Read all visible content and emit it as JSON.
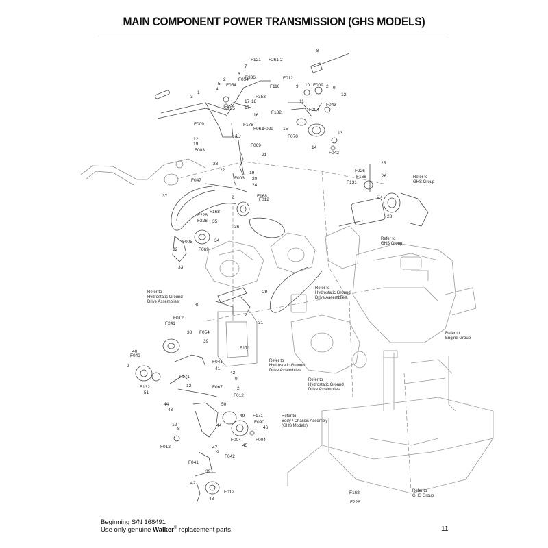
{
  "title": "MAIN COMPONENT POWER TRANSMISSION (GHS MODELS)",
  "footer": {
    "serial": "Beginning S/N 168491",
    "tagline_prefix": "Use only genuine ",
    "brand": "Walker",
    "registered_mark": "®",
    "tagline_suffix": " replacement parts.",
    "page_number": "11"
  },
  "refer_labels": [
    {
      "lines": [
        "Refer to",
        "GHS Group"
      ],
      "anchor": "upper-right"
    },
    {
      "lines": [
        "Refer to",
        "GHS Group"
      ],
      "anchor": "right-middle"
    },
    {
      "lines": [
        "Refer to",
        "Hydrostatic Ground",
        "Drive Assemblies"
      ],
      "anchor": "left"
    },
    {
      "lines": [
        "Refer to",
        "Hydrostatic Ground",
        "Drive Assemblies"
      ],
      "anchor": "center"
    },
    {
      "lines": [
        "Refer to",
        "Engine Group"
      ],
      "anchor": "right"
    },
    {
      "lines": [
        "Refer to",
        "Hydrostatic Ground",
        "Drive Assemblies"
      ],
      "anchor": "center-low"
    },
    {
      "lines": [
        "Refer to",
        "Hydrostatic Ground",
        "Drive Assemblies"
      ],
      "anchor": "center-lower"
    },
    {
      "lines": [
        "Refer to",
        "Body / Chassis Assembly",
        "(GHS Models)"
      ],
      "anchor": "chassis"
    },
    {
      "lines": [
        "Refer to",
        "GHS Group"
      ],
      "anchor": "bottom-right"
    }
  ],
  "callouts": [
    "F121",
    "F261",
    "2",
    "7",
    "8",
    "F336",
    "6",
    "F054",
    "5",
    "2",
    "F054",
    "F116",
    "F012",
    "9",
    "10",
    "F009",
    "2",
    "9",
    "12",
    "4",
    "F353",
    "17",
    "18",
    "1",
    "3",
    "F255",
    "17",
    "16",
    "F182",
    "11",
    "F004",
    "F043",
    "F009",
    "F178",
    "F061",
    "F029",
    "15",
    "F070",
    "14",
    "13",
    "F042",
    "12",
    "19",
    "20",
    "F069",
    "F003",
    "21",
    "23",
    "22",
    "19",
    "F003",
    "20",
    "24",
    "F047",
    "F226",
    "F168",
    "25",
    "26",
    "F131",
    "2",
    "F168",
    "F012",
    "27",
    "37",
    "F168",
    "F226",
    "28",
    "F226",
    "35",
    "36",
    "F005",
    "34",
    "F069",
    "32",
    "33",
    "29",
    "30",
    "31",
    "F012",
    "F241",
    "38",
    "F054",
    "39",
    "40",
    "F042",
    "F171",
    "F041",
    "9",
    "41",
    "F171",
    "42",
    "9",
    "12",
    "F067",
    "2",
    "F012",
    "F132",
    "51",
    "44",
    "50",
    "43",
    "49",
    "F171",
    "F090",
    "12",
    "8",
    "44",
    "46",
    "F004",
    "F004",
    "F012",
    "45",
    "47",
    "9",
    "F042",
    "F041",
    "39",
    "42",
    "48",
    "F012",
    "F168",
    "F226"
  ]
}
